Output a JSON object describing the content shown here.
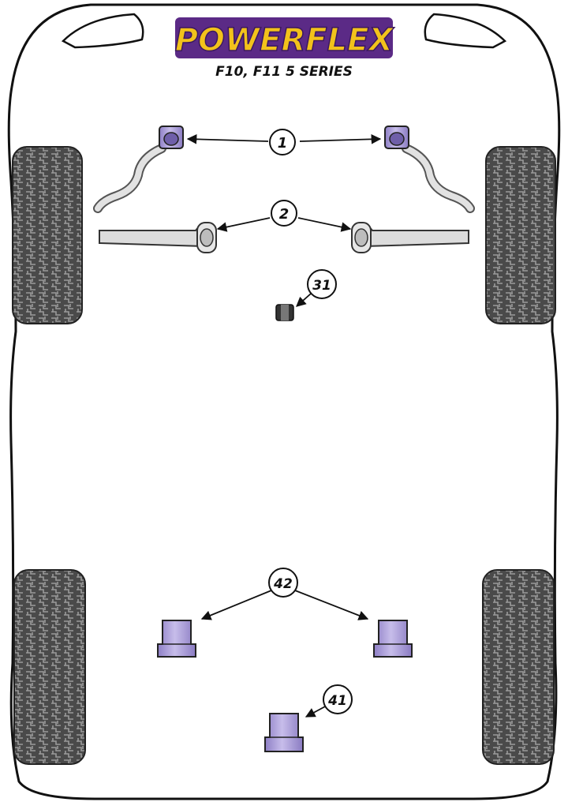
{
  "header": {
    "brand": "POWERFLEX",
    "model": "F10, F11 5 SERIES"
  },
  "colors": {
    "outline": "#111111",
    "bush_fill": "#a99bd6",
    "bush_dark": "#6f5fa9",
    "bar_fill": "#dcdcdc",
    "tyre_fill": "#555555",
    "logo_fill": "#f2c21b",
    "logo_bg": "#5b2a86"
  },
  "callouts": {
    "c1": "1",
    "c2": "2",
    "c31": "31",
    "c42": "42",
    "c41": "41"
  }
}
